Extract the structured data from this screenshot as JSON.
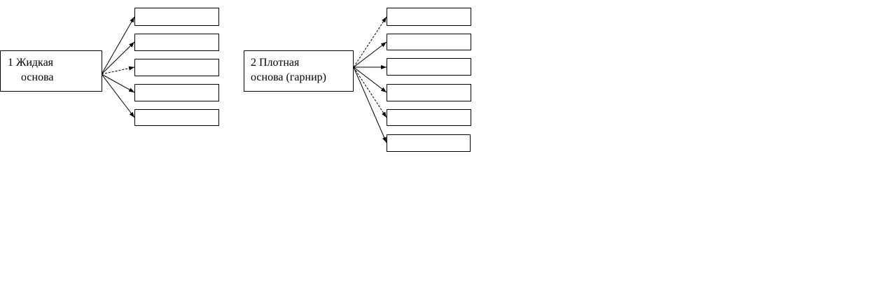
{
  "diagram": {
    "groups": [
      {
        "label_lines": [
          "1 Жидкая",
          "основа"
        ],
        "child_count": 5
      },
      {
        "label_lines": [
          "2 Плотная",
          "основа (гарнир)"
        ],
        "child_count": 6
      }
    ],
    "colors": {
      "line": "#000000",
      "box_fill": "#ffffff"
    }
  }
}
